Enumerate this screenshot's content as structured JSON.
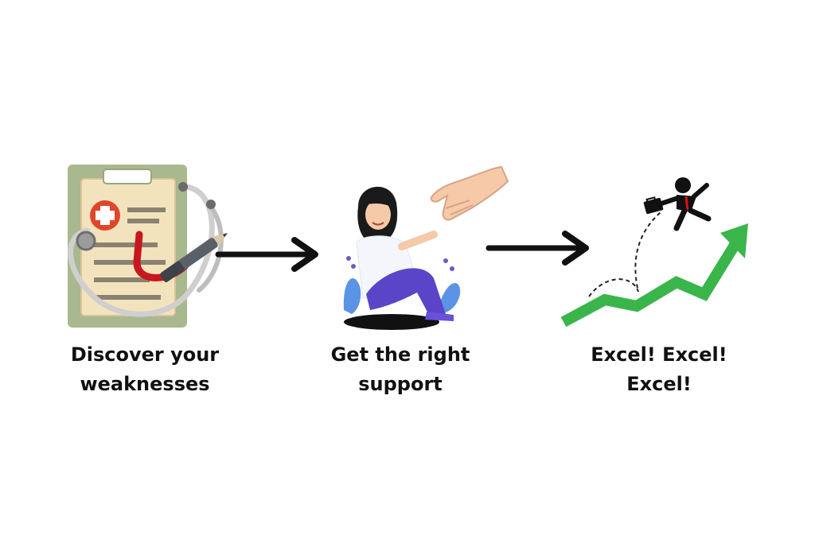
{
  "steps": [
    {
      "line1": "Discover your",
      "line2": "weaknesses",
      "illustration": "clipboard-stethoscope-icon"
    },
    {
      "line1": "Get the right",
      "line2": "support",
      "illustration": "helping-hand-icon"
    },
    {
      "line1": "Excel! Excel!",
      "line2": "Excel!",
      "illustration": "growth-chart-icon"
    }
  ],
  "connectors": [
    "right-arrow-icon",
    "right-arrow-icon"
  ],
  "colors": {
    "clipboard_board": "#a9b88e",
    "clipboard_paper": "#f3e3bd",
    "medical_cross": "#e0462b",
    "stethoscope": "#c8171f",
    "growth_arrow": "#39b54a",
    "person_pants": "#5a45c9",
    "text": "#111111"
  }
}
